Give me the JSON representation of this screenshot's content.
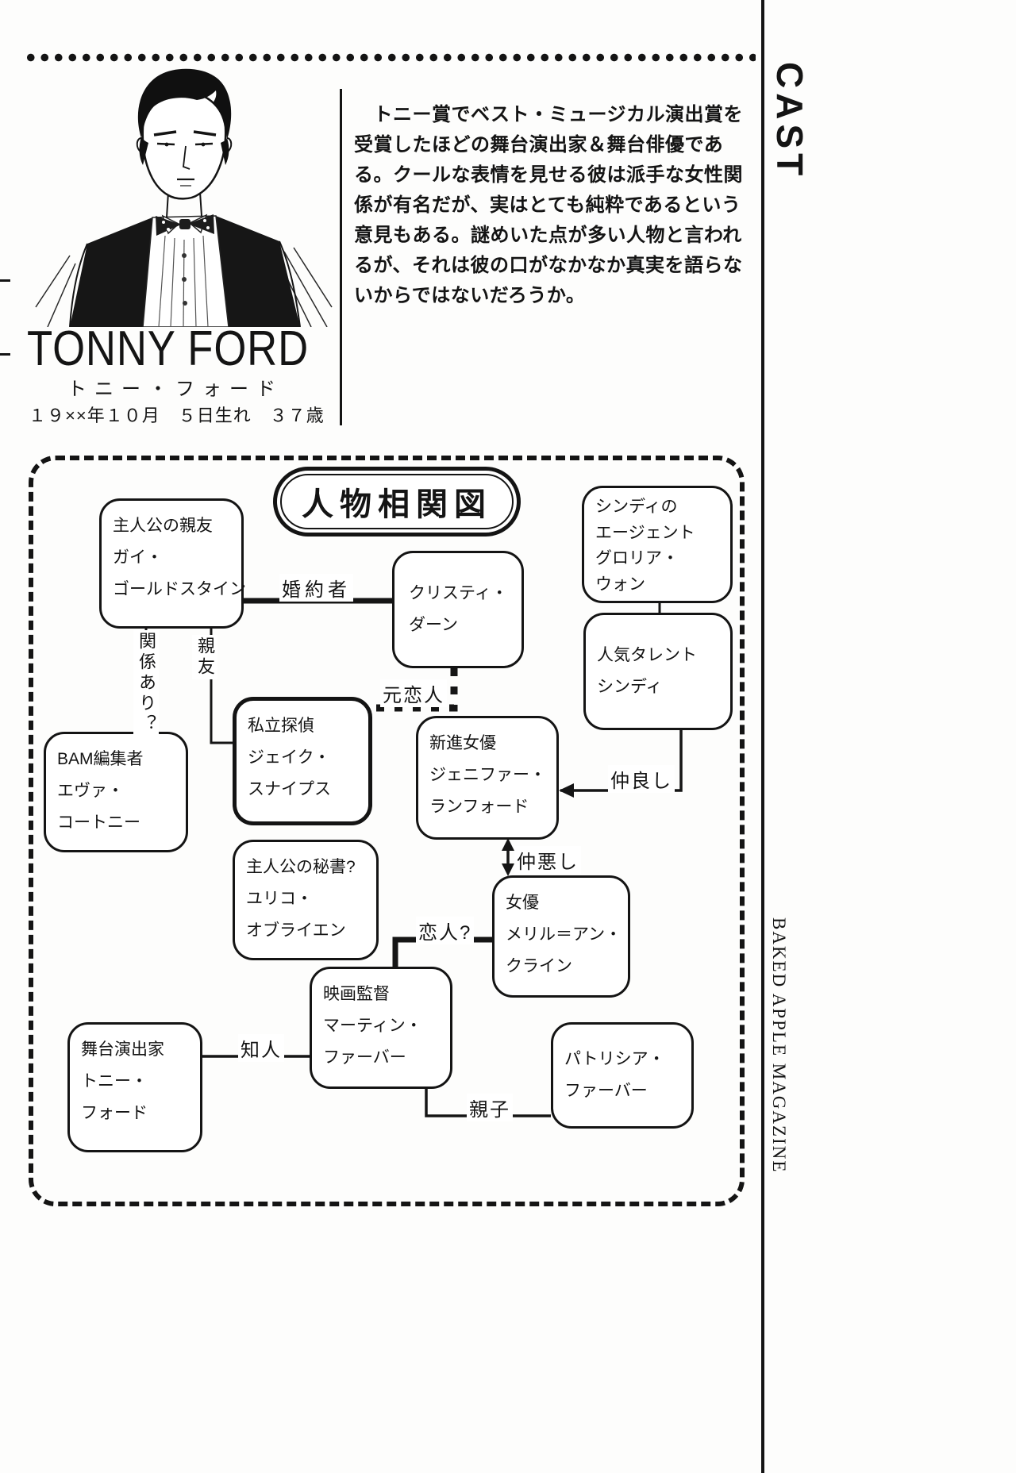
{
  "page": {
    "cast_label": "CAST",
    "magazine_label": "BAKED APPLE MAGAZINE"
  },
  "profile": {
    "name_en": "TONNY FORD",
    "name_ja": "トニー・フォード",
    "birth": "１９××年１０月　５日生れ　３７歳",
    "description": "　トニー賞でベスト・ミュージカル演出賞を\n受賞したほどの舞台演出家＆舞台俳優であ\nる。クールな表情を見せる彼は派手な女性関\n係が有名だが、実はとても純粋であるという\n意見もある。謎めいた点が多い人物と言われ\nるが、それは彼の口がなかなか真実を語らな\nいからではないだろうか。"
  },
  "diagram": {
    "title": "人物相関図",
    "nodes": [
      {
        "id": "guy",
        "text": "主人公の親友\nガイ・\nゴールドスタイン"
      },
      {
        "id": "gloria",
        "text": "シンディの\nエージェント\nグロリア・\nウォン"
      },
      {
        "id": "christie",
        "text": "クリスティ・\nダーン"
      },
      {
        "id": "cindy",
        "text": "人気タレント\nシンディ"
      },
      {
        "id": "eva",
        "text": "BAM編集者\nエヴァ・\nコートニー"
      },
      {
        "id": "jake",
        "text": "私立探偵\nジェイク・\nスナイプス"
      },
      {
        "id": "jennifer",
        "text": "新進女優\nジェニファー・\nランフォード"
      },
      {
        "id": "yuriko",
        "text": "主人公の秘書?\nユリコ・\nオブライエン"
      },
      {
        "id": "meryl",
        "text": "女優\nメリル＝アン・\nクライン"
      },
      {
        "id": "martin",
        "text": "映画監督\nマーティン・\nファーバー"
      },
      {
        "id": "tonny",
        "text": "舞台演出家\nトニー・\nフォード"
      },
      {
        "id": "patricia",
        "text": "パトリシア・\nファーバー"
      }
    ],
    "edge_labels": [
      {
        "id": "fiancee",
        "text": "婚約者"
      },
      {
        "id": "related",
        "text": "関係あり？"
      },
      {
        "id": "bestfriend",
        "text": "親友"
      },
      {
        "id": "exlover",
        "text": "元恋人"
      },
      {
        "id": "goodterms",
        "text": "仲良し"
      },
      {
        "id": "badterms",
        "text": "仲悪し"
      },
      {
        "id": "lover",
        "text": "恋人?"
      },
      {
        "id": "acquaintance",
        "text": "知人"
      },
      {
        "id": "parentchild",
        "text": "親子"
      }
    ]
  }
}
